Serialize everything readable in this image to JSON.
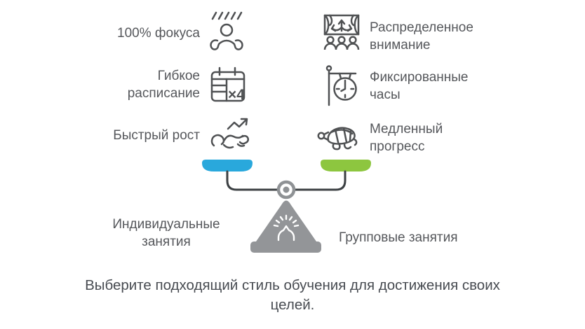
{
  "palette": {
    "pan_left_blue": "#29A8DC",
    "pan_right_green": "#8DC63F",
    "pedestal_gray": "#939598",
    "beam_stroke": "#3C4043",
    "icon_stroke": "#4F5153",
    "label_text": "#55575B",
    "caption_text": "#474B51"
  },
  "left_column": {
    "side_label": "Индивидуальные занятия",
    "items": [
      {
        "label": "100% фокуса",
        "icon": "focused-person-icon"
      },
      {
        "label": "Гибкое расписание",
        "icon": "calendar-x4-icon",
        "icon_text": "×4"
      },
      {
        "label": "Быстрый рост",
        "icon": "hare-growth-arrow-icon"
      }
    ]
  },
  "right_column": {
    "side_label": "Групповые занятия",
    "items": [
      {
        "label": "Распределенное внимание",
        "icon": "stage-audience-icon"
      },
      {
        "label": "Фиксированные часы",
        "icon": "hanging-clock-icon"
      },
      {
        "label": "Медленный прогресс",
        "icon": "turtle-icon"
      }
    ]
  },
  "caption": "Выберите подходящий стиль обучения для достижения своих целей."
}
